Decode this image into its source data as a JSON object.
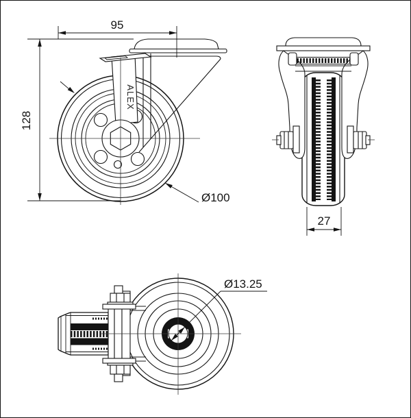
{
  "drawing": {
    "background": "#ffffff",
    "line_color": "#141414",
    "centerline_color": "#3a3a3a",
    "side_view": {
      "name": "caster side view",
      "dim_top_width": "95",
      "dim_height": "128",
      "dim_wheel_diameter": "Ø100",
      "fork_brand": "ALEX"
    },
    "front_view": {
      "name": "caster front view",
      "dim_wheel_width": "27"
    },
    "top_view": {
      "name": "caster top (plan) view",
      "dim_bolt_hole_diameter": "Ø13.25"
    }
  }
}
